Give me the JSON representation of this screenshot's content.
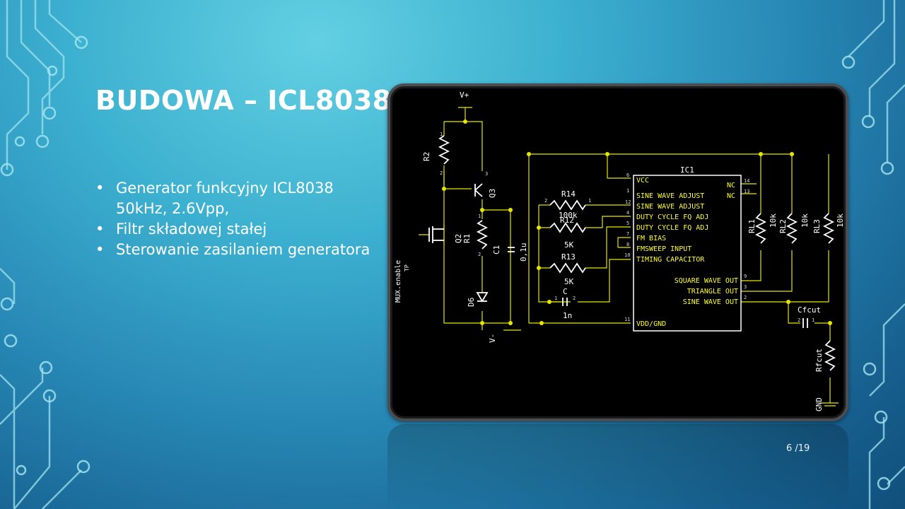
{
  "slide": {
    "title": "BUDOWA – ICL8038",
    "bullet_symbol": "•",
    "bullets": [
      "Generator funkcyjny ICL8038 50kHz, 2.6Vpp,",
      "Filtr składowej stałej",
      "Sterowanie zasilaniem generatora"
    ],
    "page_number": "6 /19",
    "colors": {
      "background_light": "#63d0e2",
      "background_dark": "#114f7c",
      "text": "#ffffff",
      "wire": "#e6e600",
      "component": "#ffffff",
      "pin_number": "#d8d8d8"
    }
  },
  "schematic": {
    "ic": {
      "name": "IC1",
      "pins_left": [
        {
          "num": "6",
          "label": "VCC"
        },
        {
          "num": "1",
          "label": "SINE WAVE ADJUST"
        },
        {
          "num": "12",
          "label": "SINE WAVE ADJUST"
        },
        {
          "num": "4",
          "label": "DUTY CYCLE FQ ADJ"
        },
        {
          "num": "5",
          "label": "DUTY CYCLE FQ ADJ"
        },
        {
          "num": "7",
          "label": "FM BIAS"
        },
        {
          "num": "8",
          "label": "FMSWEEP INPUT"
        },
        {
          "num": "10",
          "label": "TIMING CAPACITOR"
        },
        {
          "num": "11",
          "label": "VDD/GND"
        }
      ],
      "pins_right": [
        {
          "num": "14",
          "label": "NC"
        },
        {
          "num": "13",
          "label": "NC"
        },
        {
          "num": "9",
          "label": "SQUARE WAVE OUT"
        },
        {
          "num": "3",
          "label": "TRIANGLE OUT"
        },
        {
          "num": "2",
          "label": "SINE WAVE OUT"
        }
      ],
      "pin_2_right": "2"
    },
    "power": {
      "vplus": "V+",
      "vminus": "V-",
      "gnd": "GND"
    },
    "net_labels": {
      "mux": "MUX.enable",
      "tp": "TP"
    },
    "pin_numbers": {
      "one": "1",
      "two": "2",
      "three": "3"
    },
    "components": {
      "r2": {
        "name": "R2"
      },
      "q3": {
        "name": "Q3"
      },
      "q2": {
        "name": "Q2"
      },
      "r1": {
        "name": "R1"
      },
      "c1": {
        "name": "C1",
        "value": "0,1u"
      },
      "d6": {
        "name": "D6"
      },
      "r14": {
        "name": "R14",
        "value": "100k"
      },
      "r12": {
        "name": "R12",
        "value": "5K"
      },
      "r13": {
        "name": "R13",
        "value": "5K"
      },
      "c": {
        "name": "C",
        "value": "1n"
      },
      "rl1": {
        "name": "RL1",
        "value": "10k"
      },
      "rl2": {
        "name": "RL2",
        "value": "10k"
      },
      "rl3": {
        "name": "RL3",
        "value": "10k"
      },
      "cfcut": {
        "name": "Cfcut"
      },
      "rfcut": {
        "name": "Rfcut"
      }
    }
  }
}
